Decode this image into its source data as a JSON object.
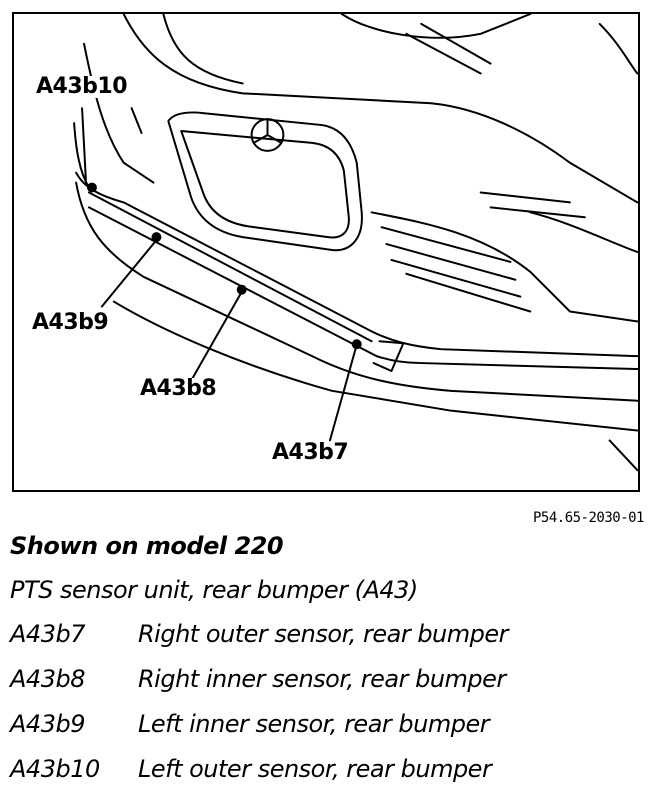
{
  "diagram": {
    "callouts": {
      "a43b10": "A43b10",
      "a43b9": "A43b9",
      "a43b8": "A43b8",
      "a43b7": "A43b7"
    },
    "figure_id": "P54.65-2030-01"
  },
  "legend": {
    "title": "Shown on model 220",
    "subtitle": "PTS sensor unit, rear bumper (A43)",
    "items": [
      {
        "code": "A43b7",
        "description": "Right outer sensor, rear bumper"
      },
      {
        "code": "A43b8",
        "description": "Right inner sensor, rear bumper"
      },
      {
        "code": "A43b9",
        "description": "Left inner sensor, rear bumper"
      },
      {
        "code": "A43b10",
        "description": "Left outer sensor, rear bumper"
      }
    ]
  }
}
